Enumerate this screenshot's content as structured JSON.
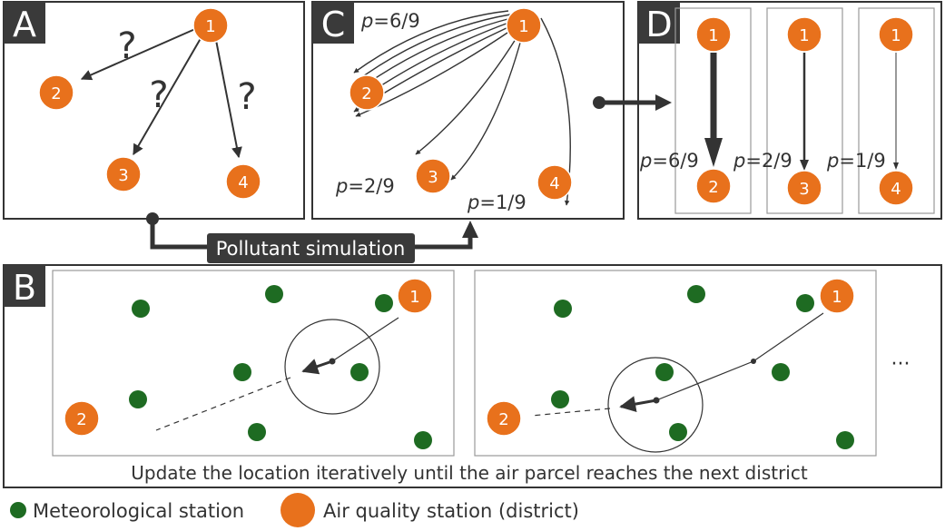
{
  "panels": {
    "a": {
      "letter": "A",
      "question_mark": "?"
    },
    "b": {
      "letter": "B",
      "caption": "Update the location iteratively until the air parcel reaches the next district",
      "ellipsis": "···"
    },
    "c": {
      "letter": "C"
    },
    "d": {
      "letter": "D"
    }
  },
  "nodes": {
    "n1": "1",
    "n2": "2",
    "n3": "3",
    "n4": "4"
  },
  "probabilities": {
    "p_symbol": "p",
    "to2": "=6/9",
    "to3": "=2/9",
    "to4": "=1/9"
  },
  "simulation_label": "Pollutant simulation",
  "legend": {
    "met": "Meteorological station",
    "aq": "Air quality station (district)"
  },
  "colors": {
    "orange": "#e8711c",
    "green": "#1e6b22",
    "dark": "#333333",
    "gray_frame": "#9a9a9a"
  }
}
